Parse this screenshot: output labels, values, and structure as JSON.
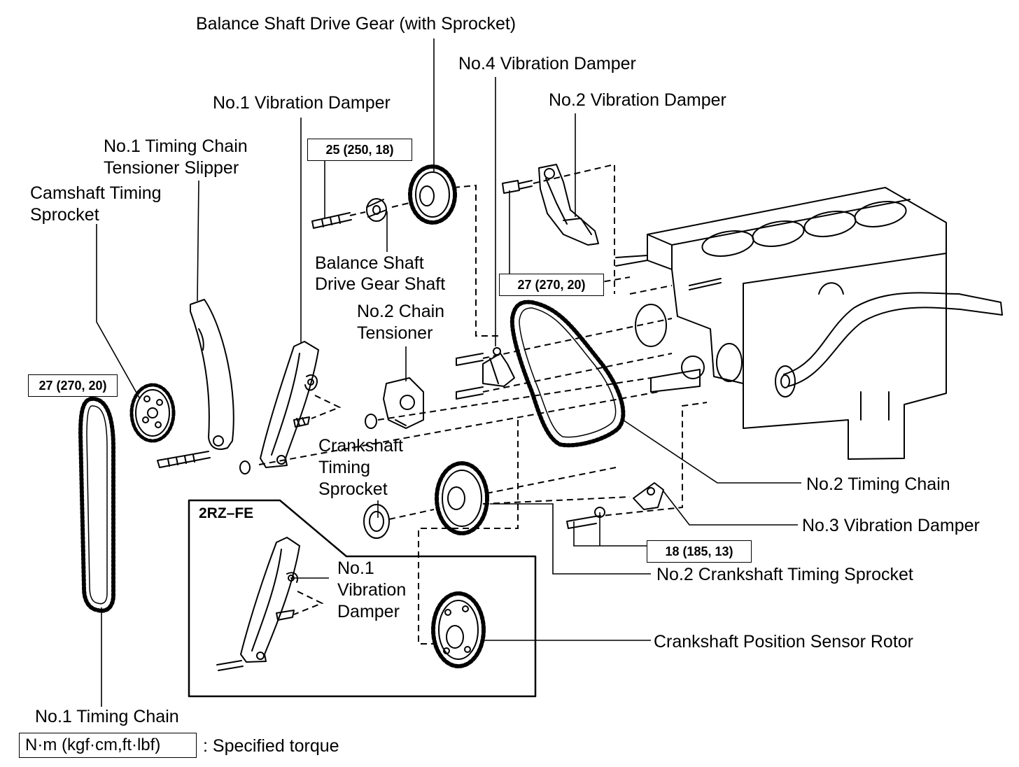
{
  "labels": {
    "balance_shaft_drive_gear": "Balance Shaft Drive Gear (with Sprocket)",
    "no4_vibration_damper": "No.4 Vibration Damper",
    "no1_vibration_damper": "No.1 Vibration Damper",
    "no2_vibration_damper": "No.2 Vibration Damper",
    "tensioner_slipper_line1": "No.1 Timing Chain",
    "tensioner_slipper_line2": "Tensioner Slipper",
    "camshaft_sprocket_line1": "Camshaft Timing",
    "camshaft_sprocket_line2": "Sprocket",
    "bs_gear_shaft_line1": "Balance Shaft",
    "bs_gear_shaft_line2": "Drive Gear Shaft",
    "no2_chain_tensioner_line1": "No.2 Chain",
    "no2_chain_tensioner_line2": "Tensioner",
    "crank_sprocket_line1": "Crankshaft",
    "crank_sprocket_line2": "Timing",
    "crank_sprocket_line3": "Sprocket",
    "no2_timing_chain": "No.2 Timing Chain",
    "no3_vibration_damper": "No.3 Vibration Damper",
    "no2_crank_sprocket": "No.2 Crankshaft Timing Sprocket",
    "crank_position_rotor": "Crankshaft Position Sensor Rotor",
    "inset_damper_line1": "No.1",
    "inset_damper_line2": "Vibration",
    "inset_damper_line3": "Damper",
    "no1_timing_chain": "No.1 Timing Chain"
  },
  "torques": {
    "bs_bolt": "25 (250, 18)",
    "no2_damper_bolt": "27 (270, 20)",
    "camshaft_bolt": "27 (270, 20)",
    "no3_damper_bolts": "18 (185, 13)"
  },
  "variant": "2RZ–FE",
  "legend": {
    "unit": "N·m  (kgf·cm,ft·lbf)",
    "meaning": ": Specified torque"
  }
}
